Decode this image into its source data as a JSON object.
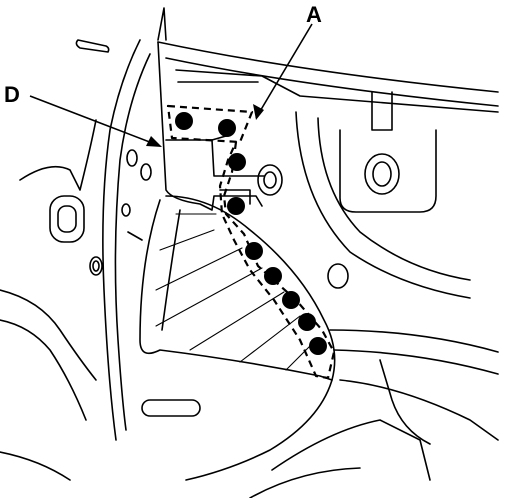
{
  "labels": {
    "a": "A",
    "d": "D"
  },
  "weld_spot_groups": {
    "upper_pair": 2,
    "lower_chain": 7
  },
  "colors": {
    "ink": "#000000",
    "paper": "#ffffff"
  }
}
